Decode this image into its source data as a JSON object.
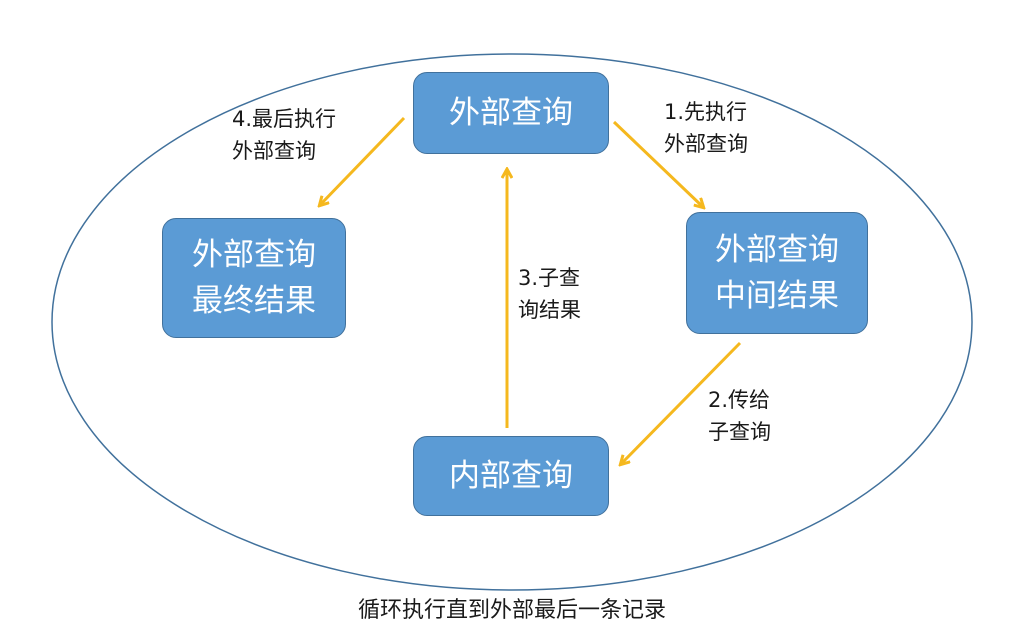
{
  "nodes": {
    "outer_query": {
      "lines": [
        "外部查询"
      ]
    },
    "outer_final": {
      "lines": [
        "外部查询",
        "最终结果"
      ]
    },
    "outer_intermediate": {
      "lines": [
        "外部查询",
        "中间结果"
      ]
    },
    "inner_query": {
      "lines": [
        "内部查询"
      ]
    }
  },
  "edges": {
    "step1": {
      "lines": [
        "1.先执行",
        "外部查询"
      ]
    },
    "step2": {
      "lines": [
        "2.传给",
        "子查询"
      ]
    },
    "step3": {
      "lines": [
        "3.子查",
        "询结果"
      ]
    },
    "step4": {
      "lines": [
        "4.最后执行",
        "外部查询"
      ]
    }
  },
  "caption": "循环执行直到外部最后一条记录",
  "colors": {
    "node_fill": "#5b9bd5",
    "node_border": "#41719c",
    "arrow": "#f5b81e",
    "ellipse": "#41719c"
  }
}
